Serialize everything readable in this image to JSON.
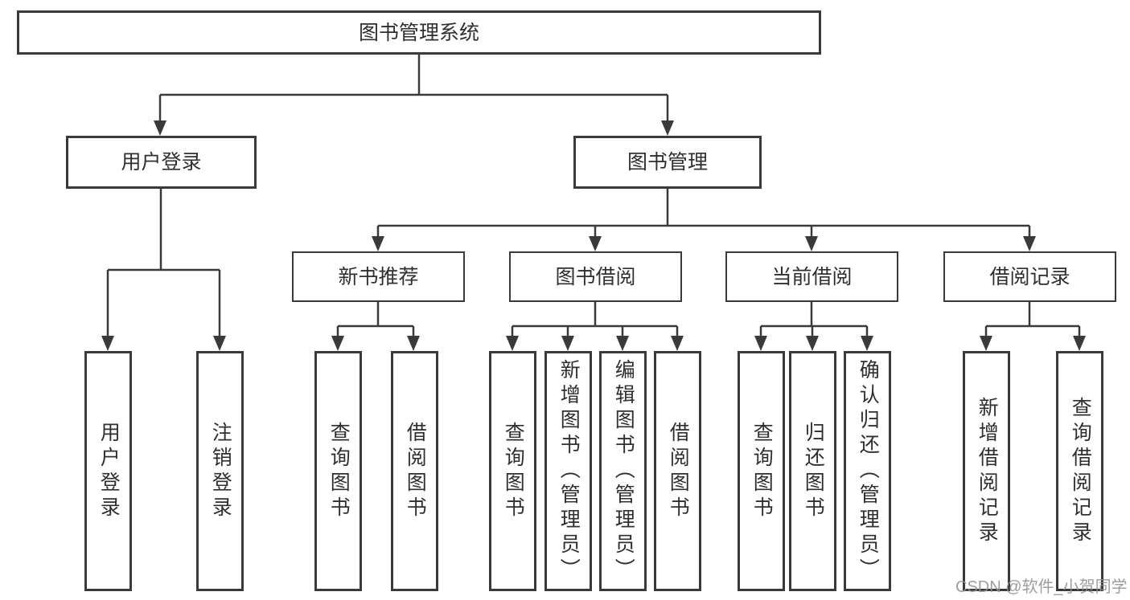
{
  "colors": {
    "line": "#3a3a3a",
    "box_border": "#3a3a3a",
    "box_background": "#ffffff",
    "text": "#2f2f2f",
    "watermark_text": "#8f8f8f",
    "page_background": "#ffffff"
  },
  "root": {
    "label": "图书管理系统"
  },
  "branches": [
    {
      "label": "用户登录",
      "children": [
        {
          "label": "用户登录"
        },
        {
          "label": "注销登录"
        }
      ]
    },
    {
      "label": "图书管理",
      "children": [
        {
          "label": "新书推荐",
          "children": [
            {
              "label": "查询图书"
            },
            {
              "label": "借阅图书"
            }
          ]
        },
        {
          "label": "图书借阅",
          "children": [
            {
              "label": "查询图书"
            },
            {
              "label": "新增图书（管理员）"
            },
            {
              "label": "编辑图书（管理员）"
            },
            {
              "label": "借阅图书"
            }
          ]
        },
        {
          "label": "当前借阅",
          "children": [
            {
              "label": "查询图书"
            },
            {
              "label": "归还图书"
            },
            {
              "label": "确认归还（管理员）"
            }
          ]
        },
        {
          "label": "借阅记录",
          "children": [
            {
              "label": "新增借阅记录"
            },
            {
              "label": "查询借阅记录"
            }
          ]
        }
      ]
    }
  ],
  "watermark": {
    "text": "CSDN @软件_小贺同学"
  }
}
